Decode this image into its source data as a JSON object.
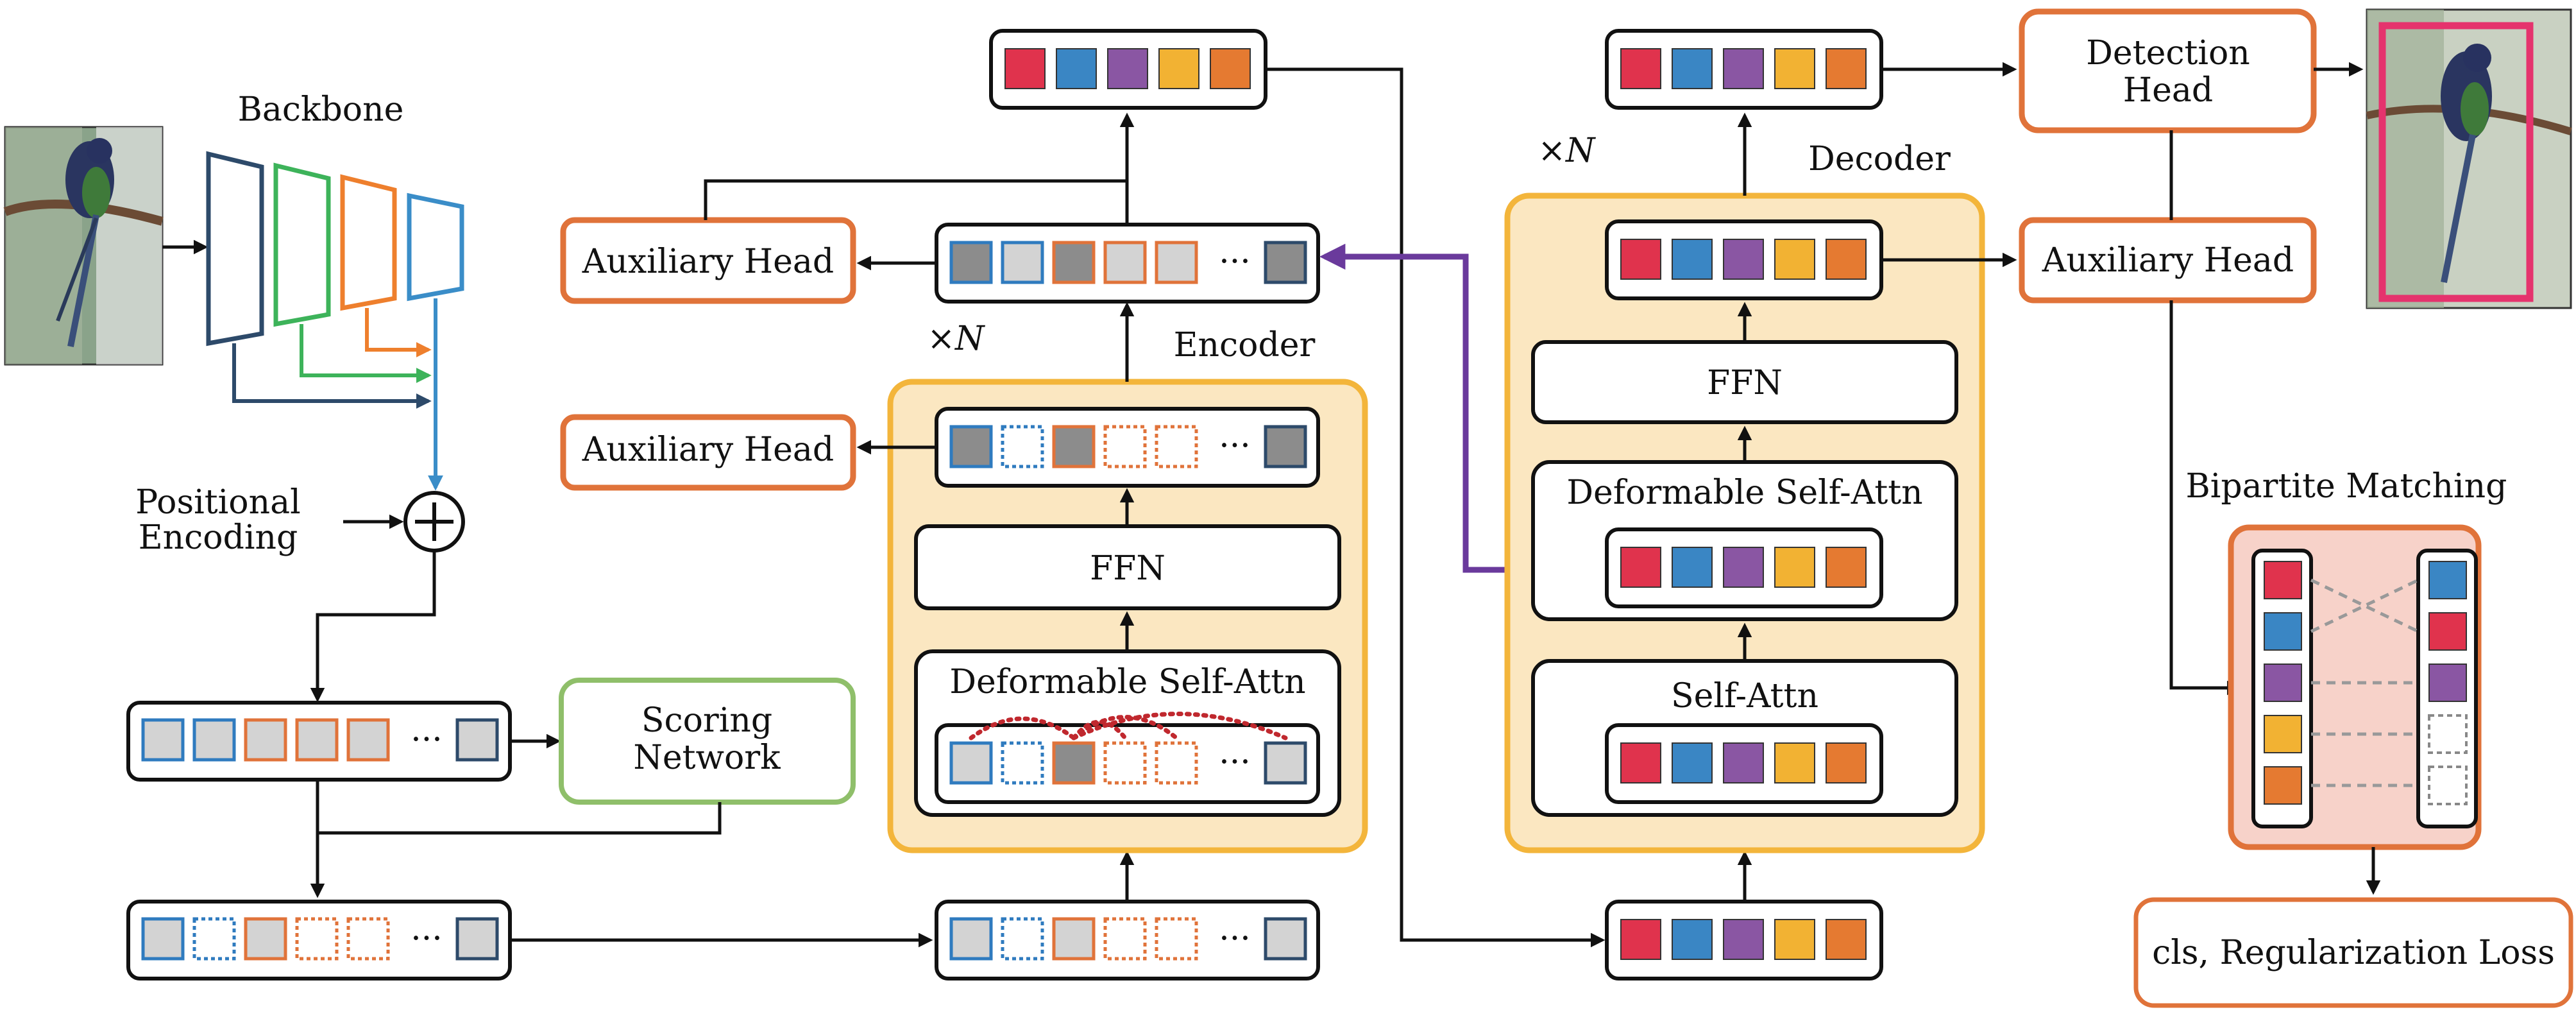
{
  "labels": {
    "backbone": "Backbone",
    "positional_encoding_line1": "Positional",
    "positional_encoding_line2": "Encoding",
    "scoring_network_line1": "Scoring",
    "scoring_network_line2": "Network",
    "aux_head_top": "Auxiliary Head",
    "aux_head_mid": "Auxiliary Head",
    "aux_head_right": "Auxiliary Head",
    "xn_encoder": "×N",
    "xn_decoder": "×N",
    "encoder": "Encoder",
    "decoder": "Decoder",
    "ffn_encoder": "FFN",
    "ffn_decoder": "FFN",
    "deformable_self_attn_encoder": "Deformable Self-Attn",
    "deformable_self_attn_decoder": "Deformable Self-Attn",
    "self_attn": "Self-Attn",
    "detection_head_line1": "Detection",
    "detection_head_line2": "Head",
    "bipartite_matching": "Bipartite Matching",
    "loss": "cls, Regularization Loss",
    "ellipsis": "···"
  },
  "colors": {
    "orange_border": "#e0733a",
    "green_border": "#8fbf6a",
    "encoder_panel": "#fbe7c1",
    "encoder_panel_border": "#f3b53b",
    "purple_arrow": "#6a3a9c",
    "red_dots": "#c0282e",
    "blue_token": "#2f7bbf",
    "orange_token": "#e0733a",
    "grey_token": "#d3d3d3",
    "dark_grey_token": "#8c8c8c",
    "query_red": "#e0334d",
    "query_blue": "#3a86c4",
    "query_purple": "#8a56a3",
    "query_yellow": "#f2b233",
    "query_orange": "#e57a31",
    "bbox_pink": "#e5336d",
    "matching_panel": "#f7d2c9",
    "backbone_dark": "#2d4a6a",
    "backbone_green": "#3db35a",
    "backbone_orange": "#ee7f2d",
    "backbone_blue": "#3a8dc8"
  },
  "icons": {
    "sum": "circled-plus-icon",
    "image": "hummingbird-image"
  }
}
